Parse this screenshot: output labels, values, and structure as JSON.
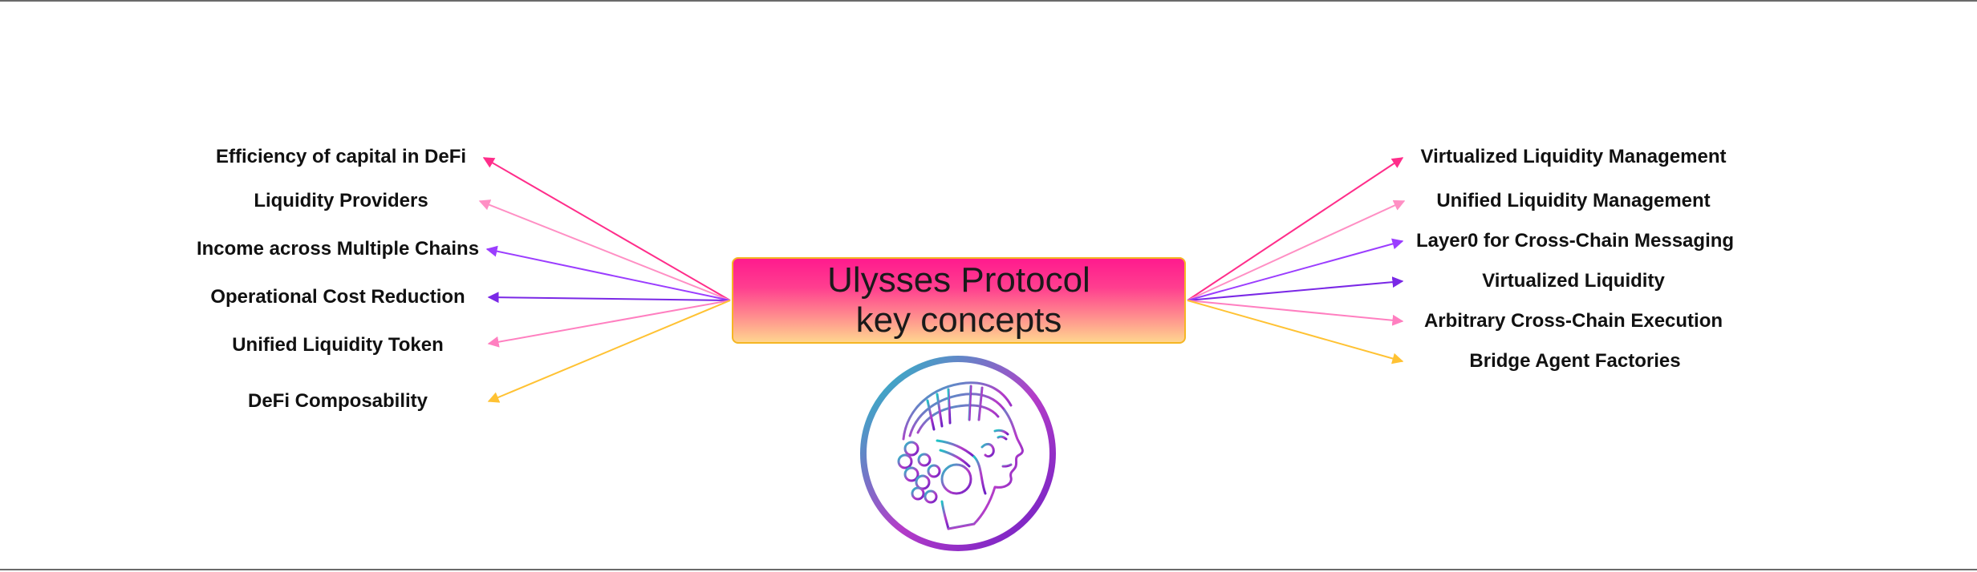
{
  "diagram": {
    "central_topic": {
      "line1": "Ulysses Protocol",
      "line2": "key concepts"
    },
    "left_concepts": [
      {
        "label": "Efficiency of capital in DeFi",
        "color": "#ff2d8a"
      },
      {
        "label": "Liquidity Providers",
        "color": "#ff8fc4"
      },
      {
        "label": "Income across Multiple Chains",
        "color": "#9b3dff"
      },
      {
        "label": "Operational Cost Reduction",
        "color": "#7a28e6"
      },
      {
        "label": "Unified Liquidity Token",
        "color": "#ff7fc0"
      },
      {
        "label": "DeFi Composability",
        "color": "#ffc233"
      }
    ],
    "right_concepts": [
      {
        "label": "Virtualized Liquidity Management",
        "color": "#ff2d8a"
      },
      {
        "label": "Unified Liquidity Management",
        "color": "#ff8fc4"
      },
      {
        "label": "Layer0 for Cross-Chain Messaging",
        "color": "#9b3dff"
      },
      {
        "label": "Virtualized Liquidity",
        "color": "#7a28e6"
      },
      {
        "label": "Arbitrary Cross-Chain Execution",
        "color": "#ff7fc0"
      },
      {
        "label": "Bridge Agent Factories",
        "color": "#ffc233"
      }
    ],
    "colors": {
      "central_fill_top": "#ff1a8e",
      "central_fill_bottom": "#ffd58f",
      "central_border": "#f5b623",
      "logo_gradient_start": "#1cc6c6",
      "logo_gradient_mid": "#b43cc8",
      "logo_gradient_end": "#6a1fc4"
    },
    "icons": {
      "logo": "ulysses-head-logo"
    }
  }
}
